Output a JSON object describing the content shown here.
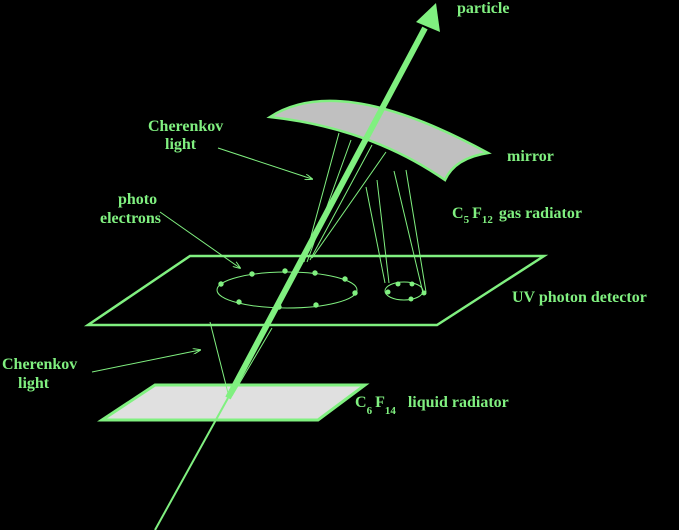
{
  "colors": {
    "background": "#000000",
    "line": "#80f080",
    "mirror": "#c0c0c0",
    "radiator": "#e0e0e0"
  },
  "labels": {
    "particle": "particle",
    "mirror": "mirror",
    "gas_radiator": {
      "c": "C",
      "c_sub": "5",
      "f": "F",
      "f_sub": "12",
      "text": "gas radiator"
    },
    "detector": "UV photon detector",
    "liquid_radiator": {
      "c": "C",
      "c_sub": "6",
      "f": "F",
      "f_sub": "14",
      "text": "liquid radiator"
    },
    "cherenkov_upper": {
      "line1": "Cherenkov",
      "line2": "light"
    },
    "photo_electrons": {
      "line1": "photo",
      "line2": "electrons"
    },
    "cherenkov_lower": {
      "line1": "Cherenkov",
      "line2": "light"
    }
  }
}
